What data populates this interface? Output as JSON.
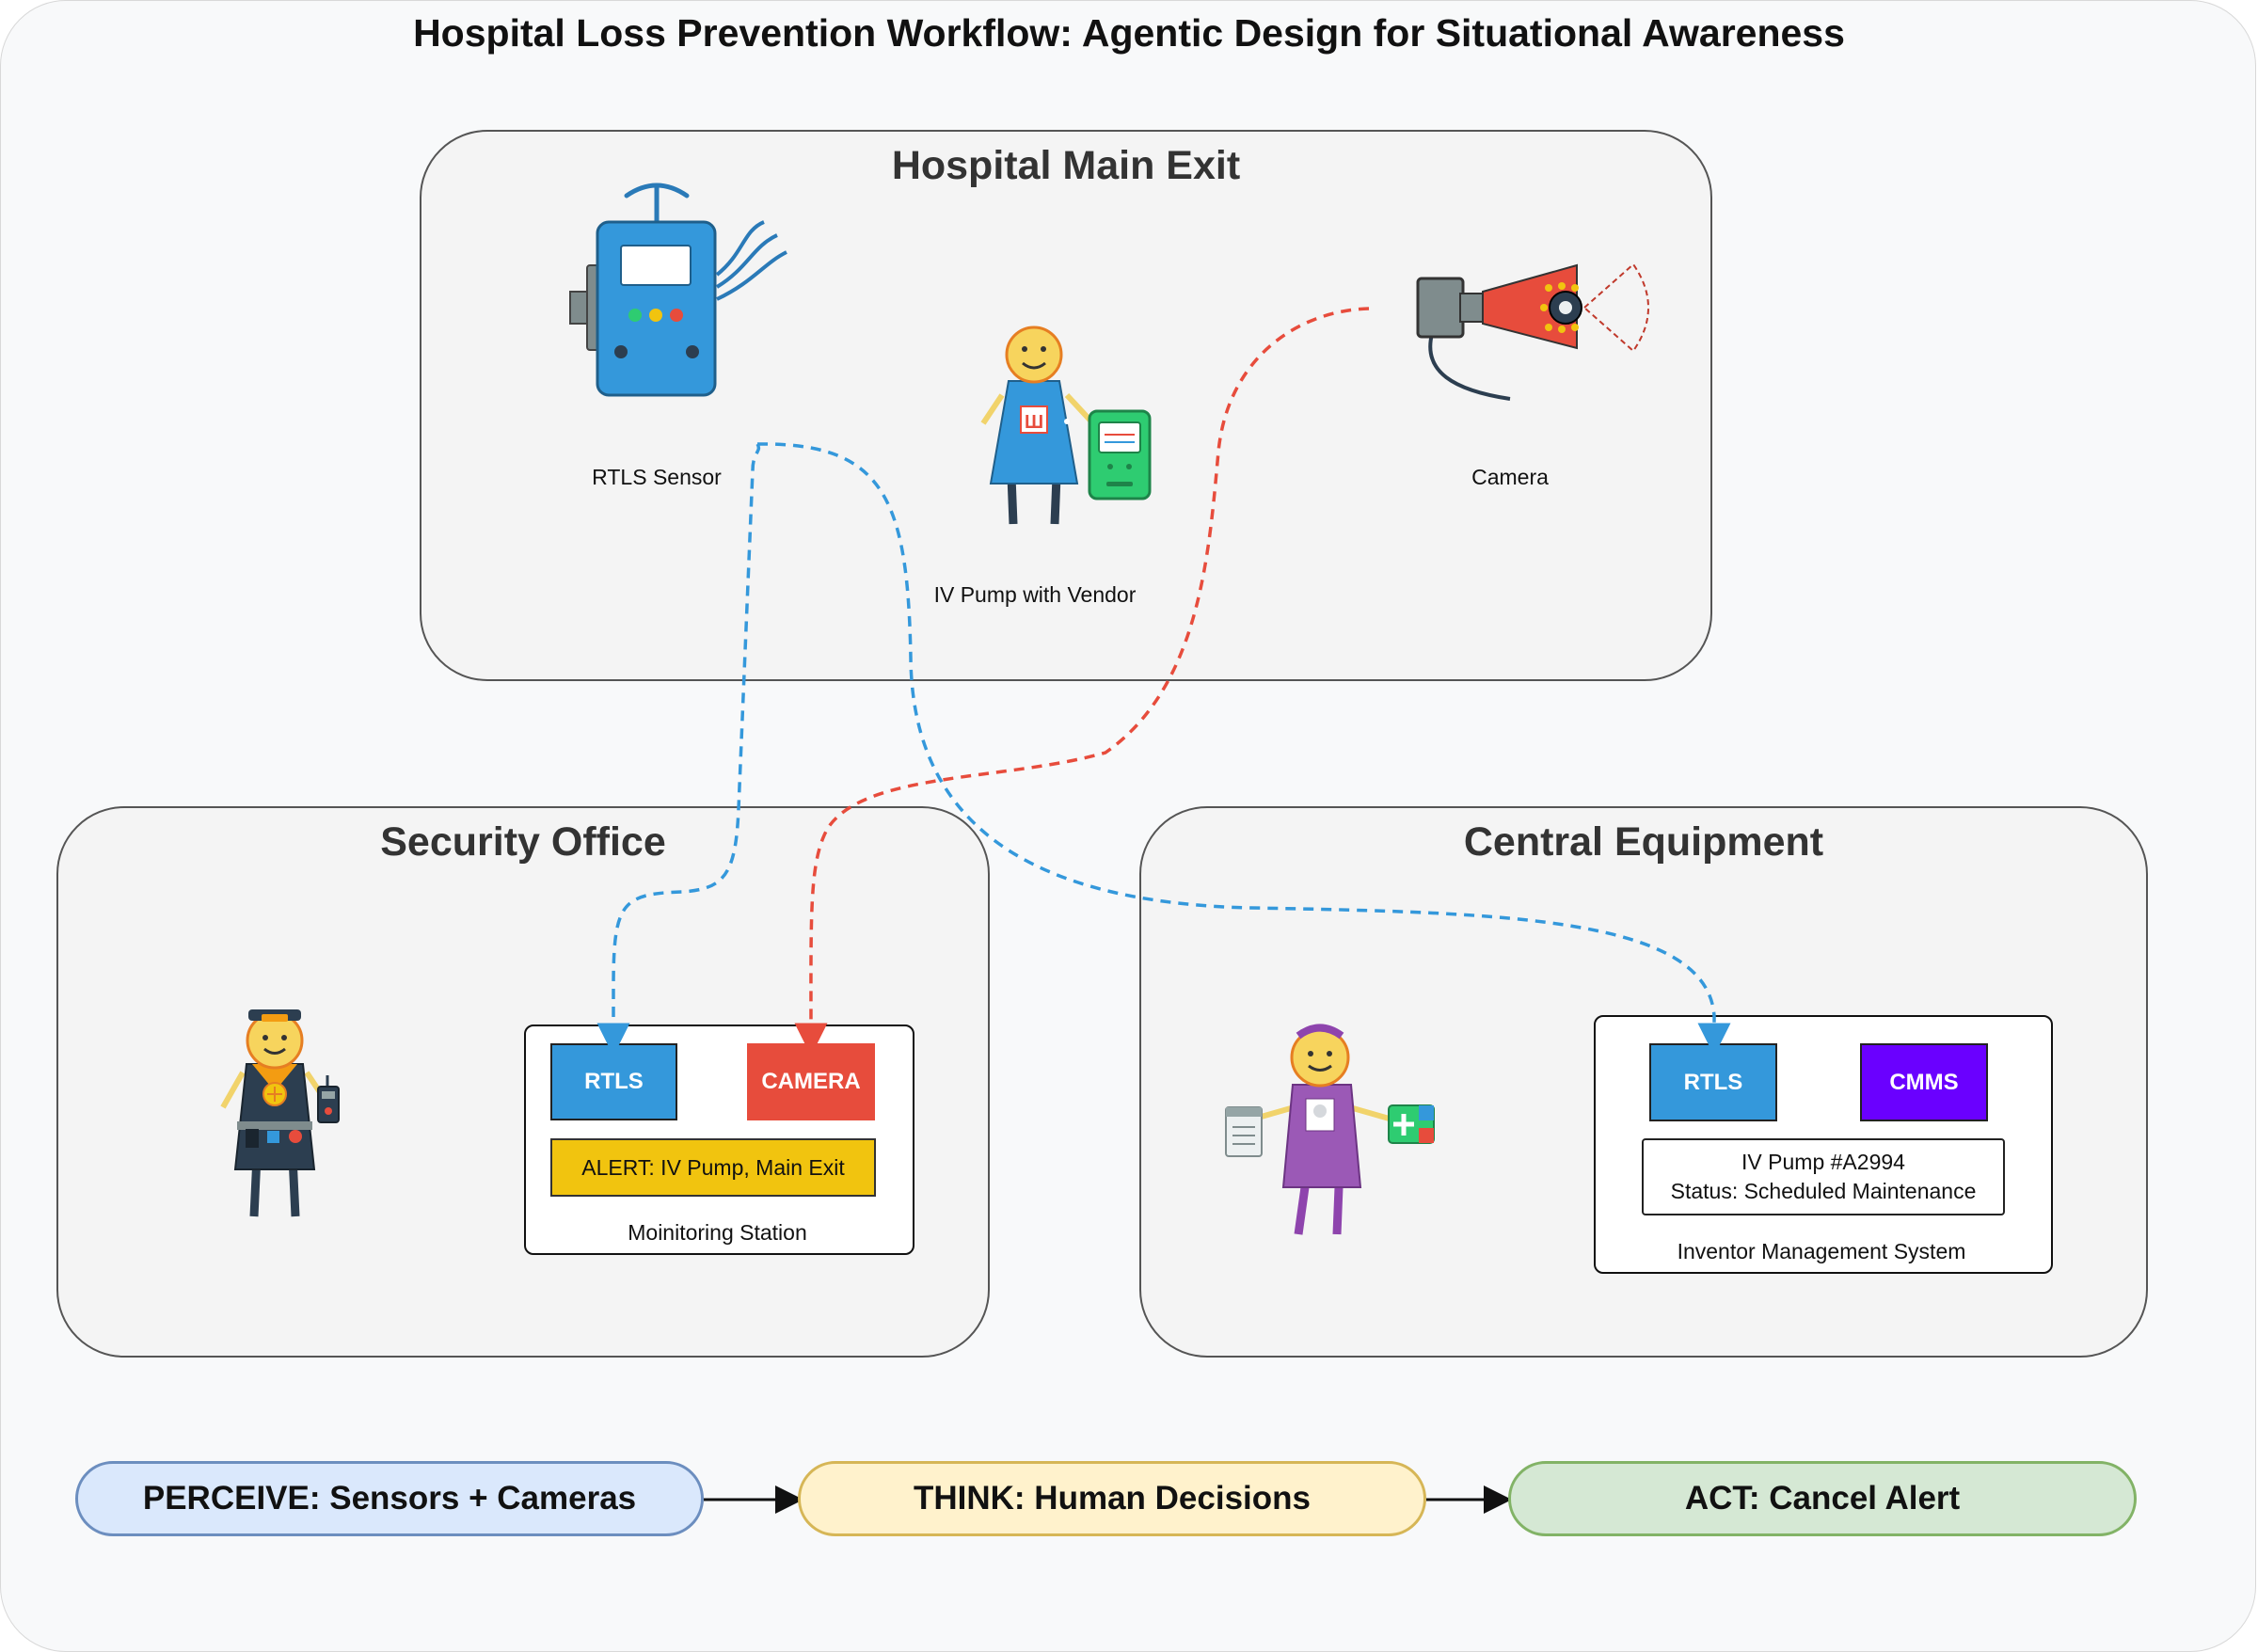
{
  "title": "Hospital Loss Prevention Workflow: Agentic Design for Situational Awareness",
  "zones": {
    "main_exit": {
      "title": "Hospital Main Exit",
      "rtls_label": "RTLS Sensor",
      "vendor_label": "IV Pump with Vendor",
      "camera_label": "Camera"
    },
    "security": {
      "title": "Security Office",
      "station": {
        "rtls_chip": "RTLS",
        "camera_chip": "CAMERA",
        "alert": "ALERT: IV Pump, Main Exit",
        "caption": "Moinitoring Station"
      }
    },
    "central": {
      "title": "Central Equipment",
      "system": {
        "rtls_chip": "RTLS",
        "cmms_chip": "CMMS",
        "status_line1": "IV Pump #A2994",
        "status_line2": "Status: Scheduled Maintenance",
        "caption": "Inventor Management System"
      }
    }
  },
  "workflow": {
    "perceive": "PERCEIVE: Sensors + Cameras",
    "think": "THINK: Human Decisions",
    "act": "ACT: Cancel Alert"
  },
  "colors": {
    "rtls_blue": "#3498db",
    "camera_red": "#e74c3c",
    "cmms_purple": "#6a00ff",
    "alert_yellow": "#f1c40f",
    "perceive_fill": "#dae8fc",
    "perceive_border": "#6c8ebf",
    "think_fill": "#fff2cc",
    "think_border": "#d6b656",
    "act_fill": "#d5e8d4",
    "act_border": "#82b366"
  },
  "icons": {
    "rtls": "rtls-sensor-icon",
    "vendor": "vendor-person-icon",
    "pump": "iv-pump-icon",
    "camera": "security-camera-icon",
    "guard": "security-guard-icon",
    "tech": "equipment-technician-icon"
  }
}
